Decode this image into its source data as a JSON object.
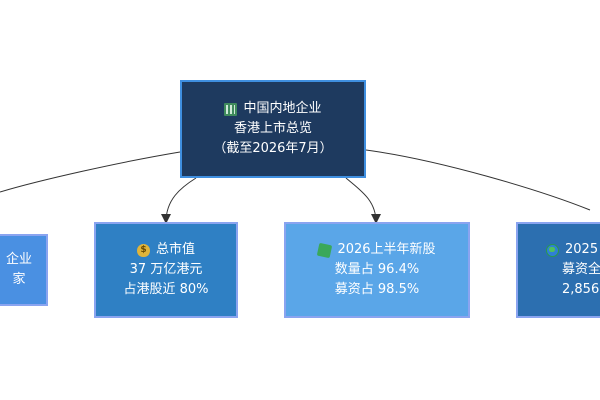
{
  "root": {
    "icon": "building-icon",
    "lines": [
      "中国内地企业",
      "香港上市总览",
      "（截至2026年7月）"
    ]
  },
  "children": [
    {
      "lines": [
        "企业",
        "家"
      ]
    },
    {
      "icon": "moneybag-icon",
      "lines": [
        "总市值",
        "37 万亿港元",
        "占港股近 80%"
      ]
    },
    {
      "icon": "puzzle-icon",
      "lines": [
        "2026上半年新股",
        "数量占 96.4%",
        "募资占 98.5%"
      ]
    },
    {
      "icon": "globe-icon",
      "lines": [
        "2025",
        "募资全",
        "2,856"
      ]
    }
  ],
  "colors": {
    "root_fill": "#1e3a5f",
    "root_border": "#3f8fe0",
    "child_left": "#4a90e2",
    "child_marketcap": "#2f80c4",
    "child_ipo": "#5aa6e8",
    "child_right": "#2c6fb0",
    "child_border": "#8aa4f0",
    "edge": "#333333"
  }
}
